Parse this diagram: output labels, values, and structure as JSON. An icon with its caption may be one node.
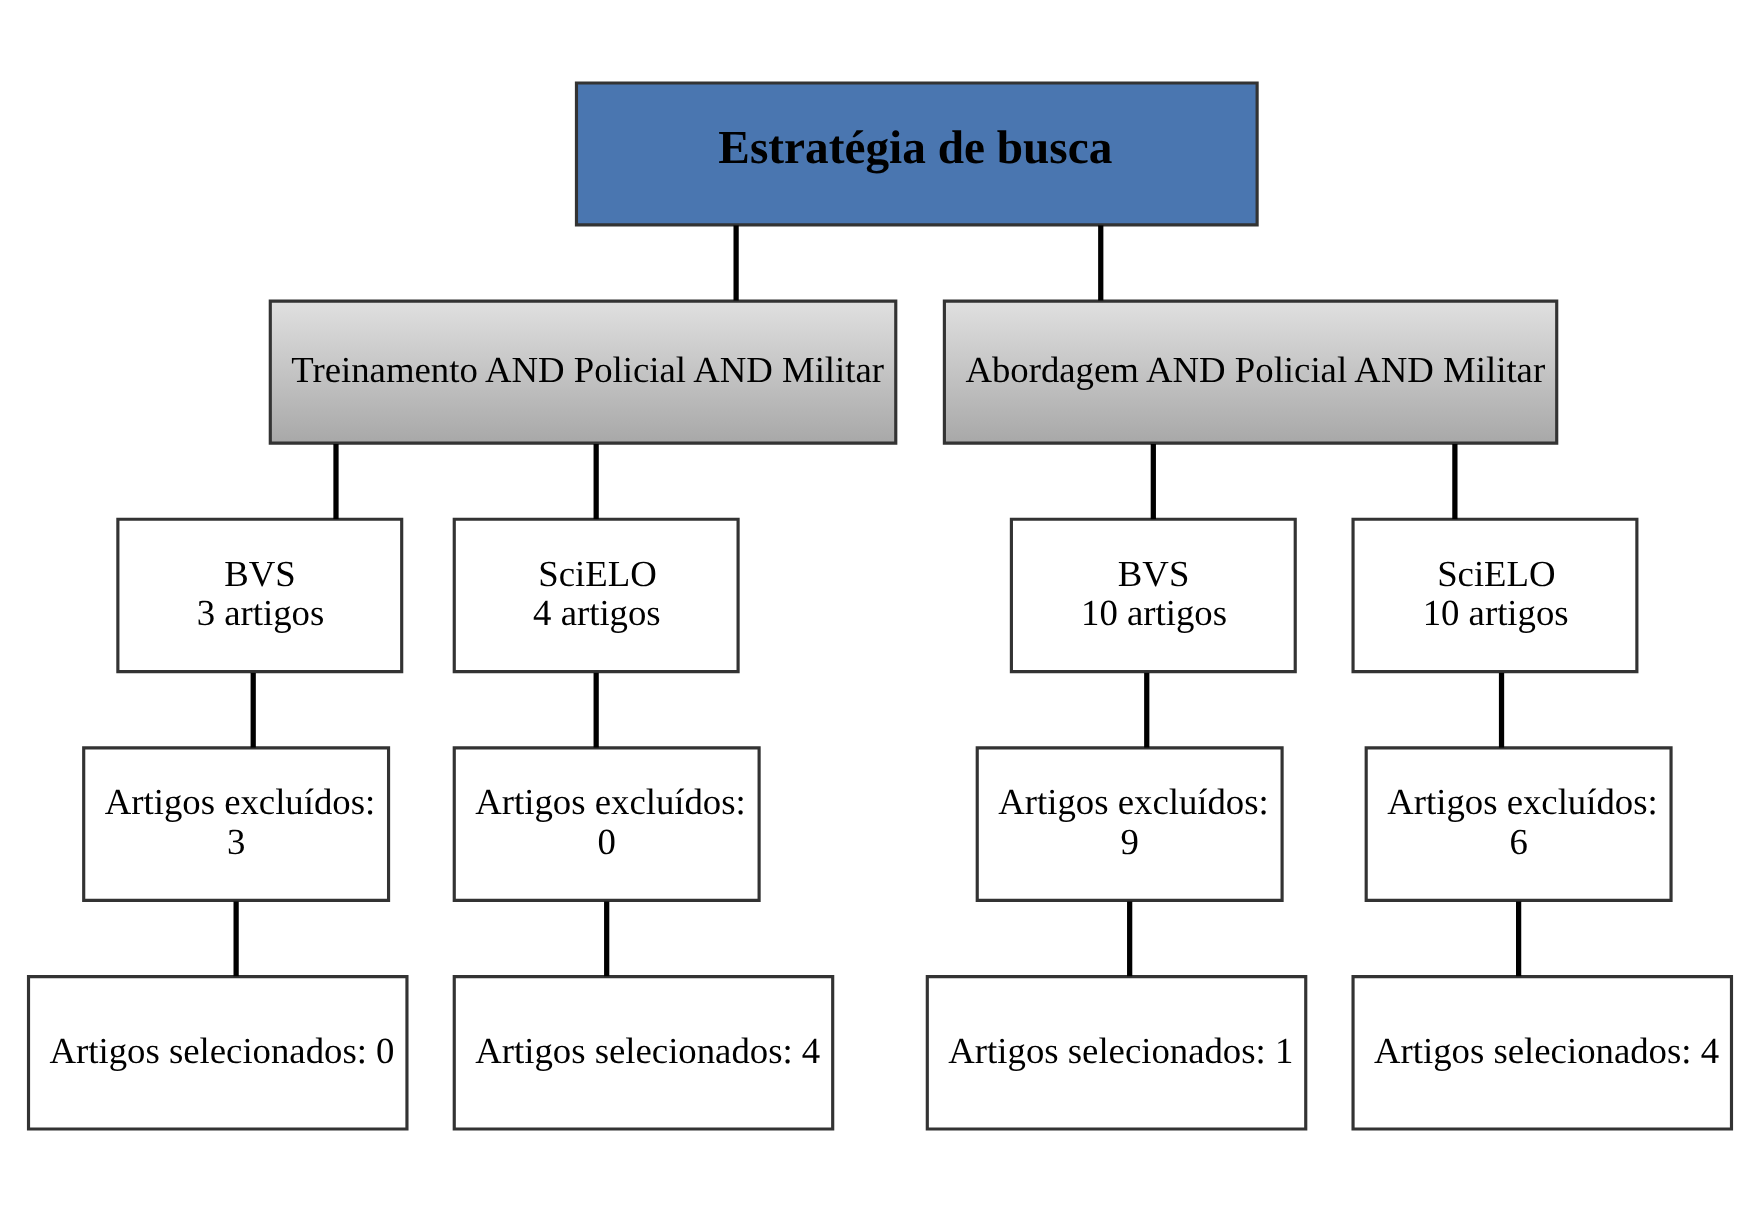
{
  "diagram": {
    "nodes": [
      {
        "text": [
          "Estratégia de busca"
        ]
      },
      {
        "text": [
          "Treinamento AND Policial AND Militar"
        ]
      },
      {
        "text": [
          "Abordagem AND Policial AND Militar"
        ]
      },
      {
        "text": [
          "BVS",
          "3 artigos"
        ]
      },
      {
        "text": [
          "SciELO",
          "4 artigos"
        ]
      },
      {
        "text": [
          "BVS",
          "10 artigos"
        ]
      },
      {
        "text": [
          "SciELO",
          "10 artigos"
        ]
      },
      {
        "text": [
          "Artigos excluídos:",
          "3"
        ]
      },
      {
        "text": [
          "Artigos excluídos:",
          "0"
        ]
      },
      {
        "text": [
          "Artigos excluídos:",
          "9"
        ]
      },
      {
        "text": [
          "Artigos excluídos:",
          "6"
        ]
      },
      {
        "text": [
          "Artigos selecionados: 0"
        ]
      },
      {
        "text": [
          "Artigos selecionados: 4"
        ]
      },
      {
        "text": [
          "Artigos selecionados: 1"
        ]
      },
      {
        "text": [
          "Artigos selecionados: 4"
        ]
      }
    ],
    "edges": [
      {
        "from": 0,
        "to": 1,
        "arrow": "none"
      },
      {
        "from": 0,
        "to": 2,
        "arrow": "none"
      },
      {
        "from": 1,
        "to": 3,
        "arrow": "none"
      },
      {
        "from": 1,
        "to": 4,
        "arrow": "none"
      },
      {
        "from": 2,
        "to": 5,
        "arrow": "none"
      },
      {
        "from": 2,
        "to": 6,
        "arrow": "none"
      },
      {
        "from": 3,
        "to": 7,
        "arrow": "none"
      },
      {
        "from": 4,
        "to": 8,
        "arrow": "none"
      },
      {
        "from": 5,
        "to": 9,
        "arrow": "none"
      },
      {
        "from": 6,
        "to": 10,
        "arrow": "none"
      },
      {
        "from": 7,
        "to": 11,
        "arrow": "none"
      },
      {
        "from": 8,
        "to": 12,
        "arrow": "none"
      },
      {
        "from": 9,
        "to": 13,
        "arrow": "none"
      },
      {
        "from": 10,
        "to": 14,
        "arrow": "none"
      }
    ]
  }
}
